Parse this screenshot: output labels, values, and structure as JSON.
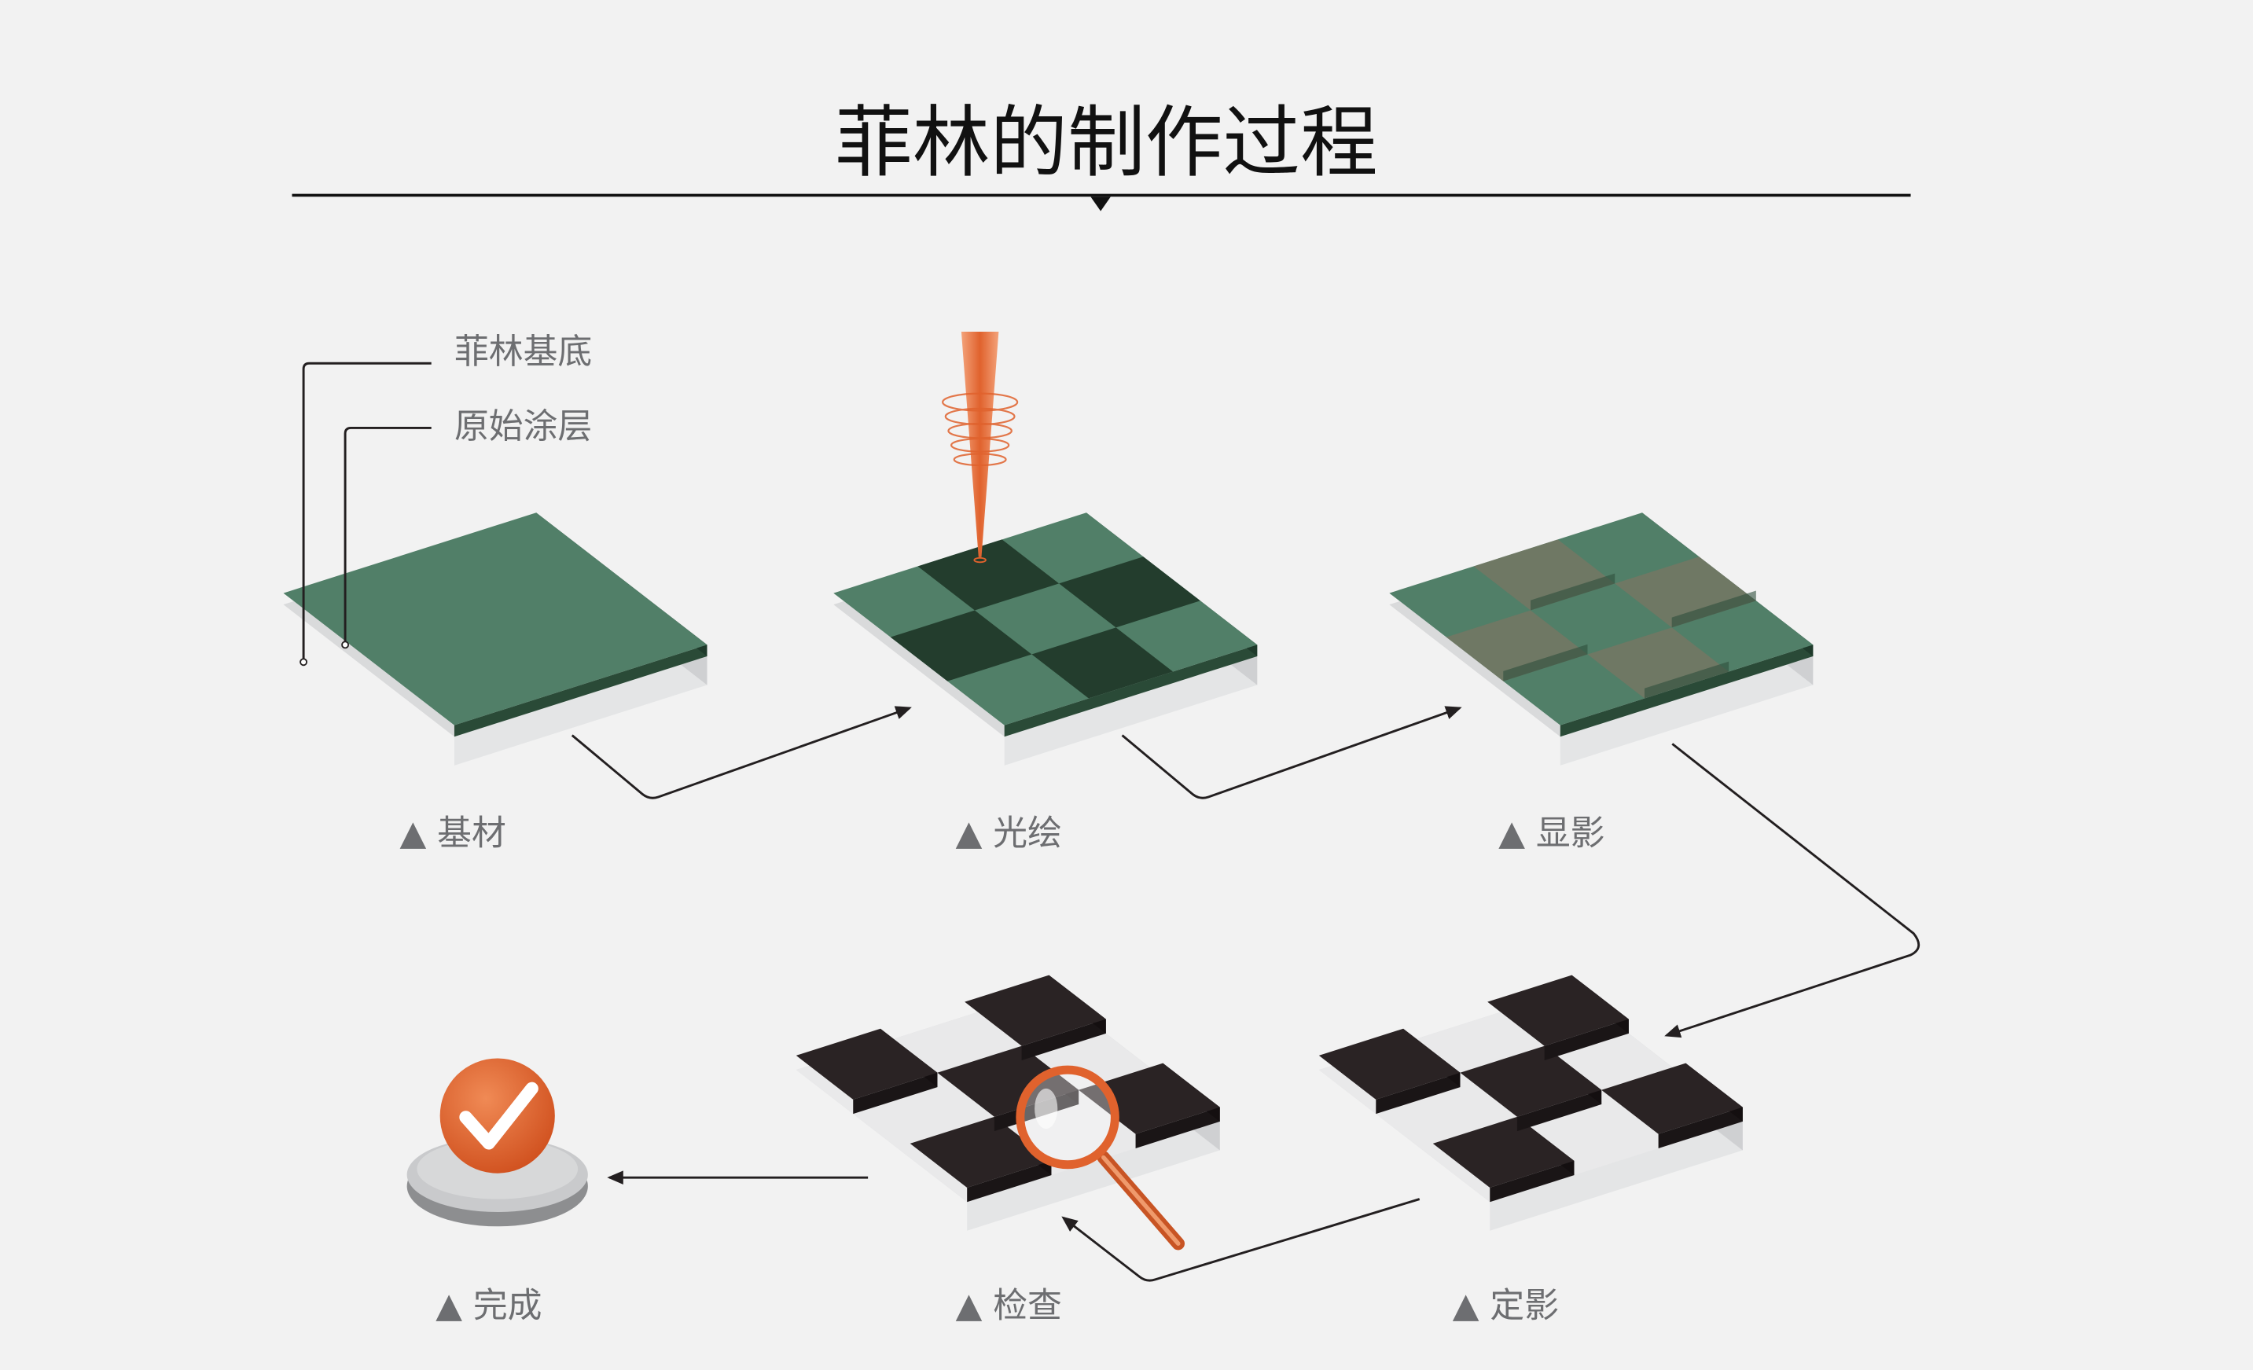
{
  "title": "菲林的制作过程",
  "callouts": [
    "菲林基底",
    "原始涂层"
  ],
  "steps": [
    {
      "marker": "▲",
      "label": "基材"
    },
    {
      "marker": "▲",
      "label": "光绘"
    },
    {
      "marker": "▲",
      "label": "显影"
    },
    {
      "marker": "▲",
      "label": "定影"
    },
    {
      "marker": "▲",
      "label": "检查"
    },
    {
      "marker": "▲",
      "label": "完成"
    }
  ],
  "colors": {
    "background": "#f2f2f2",
    "coating_green": "#517f68",
    "coating_edge": "#2a4a37",
    "exposed_dark": "#233d2d",
    "developed_brown": "#7a7563",
    "black_block": "#2a2324",
    "base_gray": "#d9dadb",
    "accent_orange": "#e0622d"
  }
}
